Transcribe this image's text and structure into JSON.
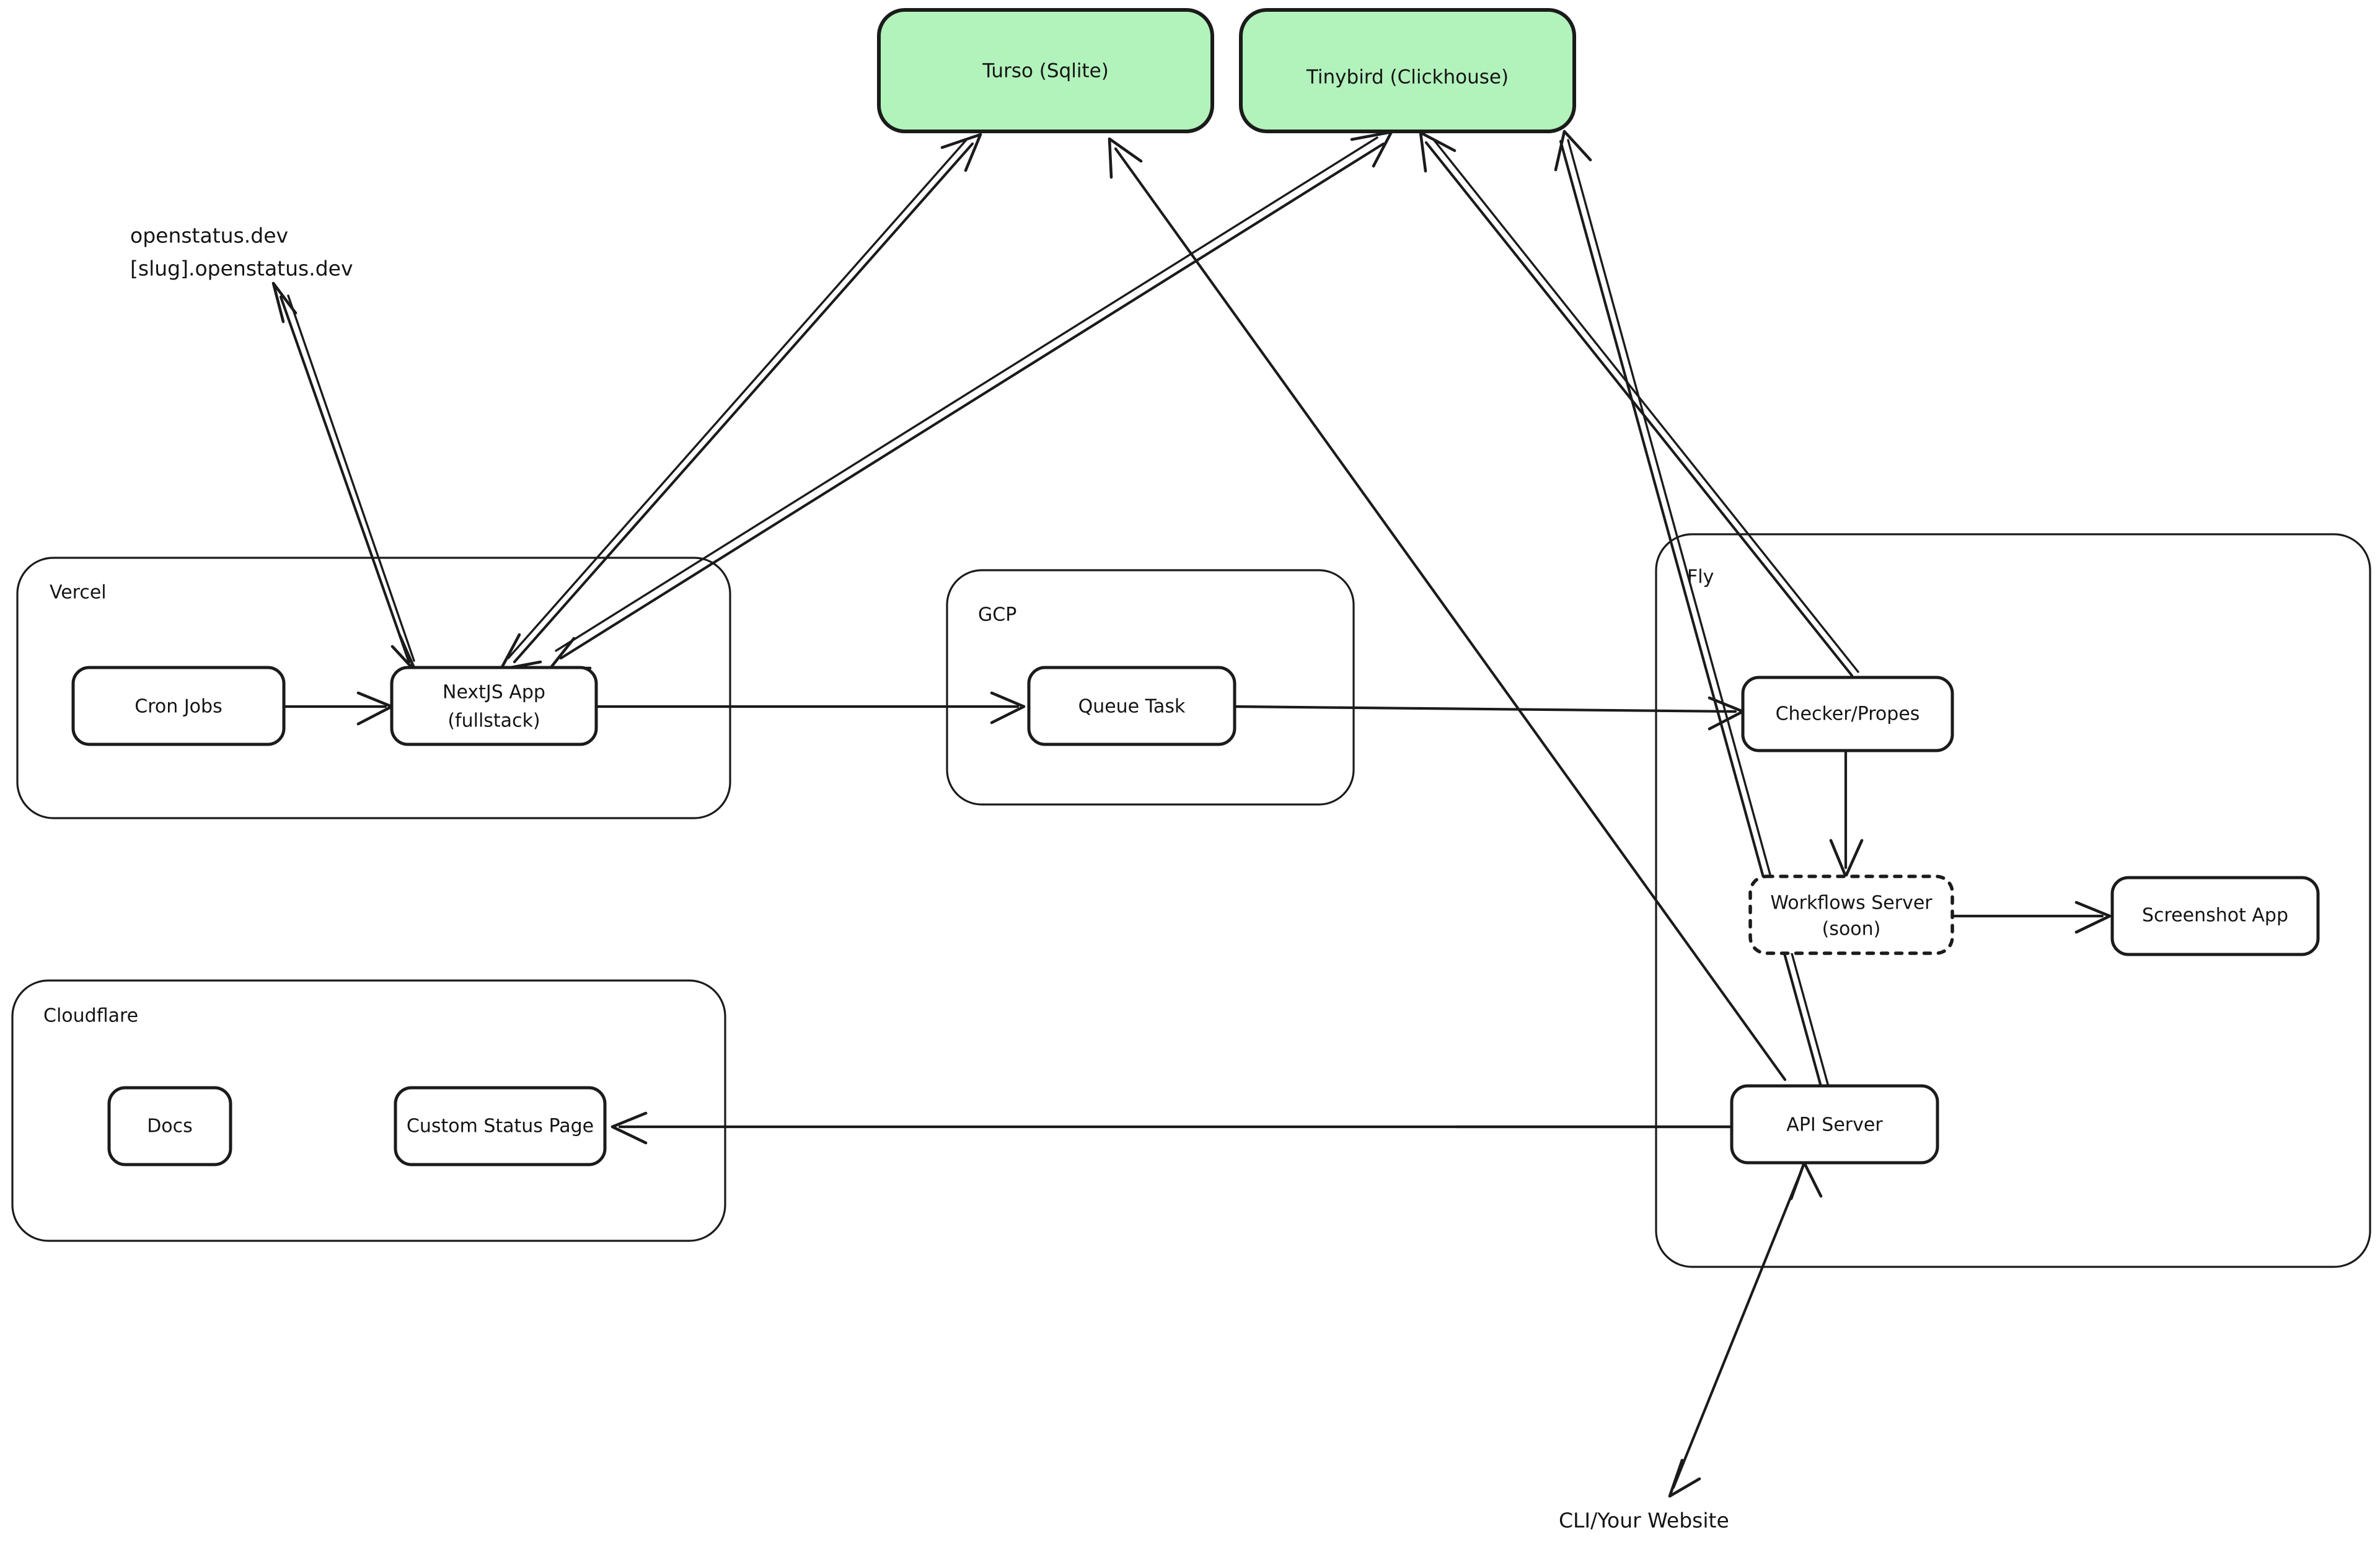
{
  "diagram": {
    "title": "OpenStatus architecture diagram",
    "style": "hand-drawn excalidraw sketch",
    "background_color": "#ffffff",
    "stroke_color": "#1b1b1b",
    "accent_color": "#b2f2bb"
  },
  "free_text": {
    "domains_line1": "openstatus.dev",
    "domains_line2": "[slug].openstatus.dev",
    "client": "CLI/Your Website"
  },
  "databases": [
    {
      "id": "turso",
      "label": "Turso (Sqlite)",
      "color": "#b2f2bb"
    },
    {
      "id": "tinybird",
      "label": "Tinybird (Clickhouse)",
      "color": "#b2f2bb"
    }
  ],
  "groups": [
    {
      "id": "vercel",
      "label": "Vercel"
    },
    {
      "id": "gcp",
      "label": "GCP"
    },
    {
      "id": "cloudflare",
      "label": "Cloudflare"
    },
    {
      "id": "fly",
      "label": "Fly"
    }
  ],
  "nodes": [
    {
      "id": "cron-jobs",
      "label": "Cron Jobs",
      "group": "vercel",
      "style": "solid"
    },
    {
      "id": "nextjs-app",
      "label_line1": "NextJS App",
      "label_line2": "(fullstack)",
      "group": "vercel",
      "style": "solid"
    },
    {
      "id": "queue-task",
      "label": "Queue Task",
      "group": "gcp",
      "style": "solid"
    },
    {
      "id": "docs",
      "label": "Docs",
      "group": "cloudflare",
      "style": "solid"
    },
    {
      "id": "custom-status-page",
      "label": "Custom Status Page",
      "group": "cloudflare",
      "style": "solid"
    },
    {
      "id": "checker-propes",
      "label": "Checker/Propes",
      "group": "fly",
      "style": "solid"
    },
    {
      "id": "workflows-server",
      "label_line1": "Workflows Server",
      "label_line2": "(soon)",
      "group": "fly",
      "style": "dashed"
    },
    {
      "id": "screenshot-app",
      "label": "Screenshot App",
      "group": "fly",
      "style": "solid"
    },
    {
      "id": "api-server",
      "label": "API Server",
      "group": "fly",
      "style": "solid"
    }
  ],
  "edges": [
    {
      "from": "nextjs-app",
      "to": "domains",
      "direction": "bidirectional"
    },
    {
      "from": "nextjs-app",
      "to": "turso",
      "direction": "bidirectional"
    },
    {
      "from": "nextjs-app",
      "to": "tinybird",
      "direction": "bidirectional"
    },
    {
      "from": "cron-jobs",
      "to": "nextjs-app",
      "direction": "forward"
    },
    {
      "from": "nextjs-app",
      "to": "queue-task",
      "direction": "forward"
    },
    {
      "from": "queue-task",
      "to": "checker-propes",
      "direction": "forward"
    },
    {
      "from": "checker-propes",
      "to": "workflows-server",
      "direction": "forward"
    },
    {
      "from": "workflows-server",
      "to": "screenshot-app",
      "direction": "forward"
    },
    {
      "from": "checker-propes",
      "to": "tinybird",
      "direction": "forward"
    },
    {
      "from": "api-server",
      "to": "tinybird",
      "direction": "forward"
    },
    {
      "from": "api-server",
      "to": "turso",
      "direction": "forward"
    },
    {
      "from": "api-server",
      "to": "custom-status-page",
      "direction": "forward"
    },
    {
      "from": "client",
      "to": "api-server",
      "direction": "bidirectional"
    }
  ]
}
